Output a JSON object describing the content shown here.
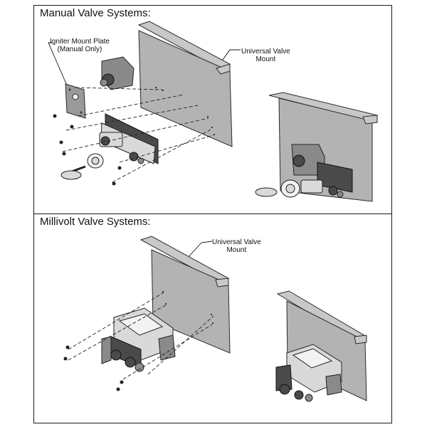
{
  "panels": {
    "manual": {
      "title": "Manual Valve Systems:",
      "callouts": {
        "igniter_plate": [
          "Igniter Mount Plate",
          "(Manual Only)"
        ],
        "valve_mount": [
          "Universal Valve",
          "Mount"
        ]
      }
    },
    "millivolt": {
      "title": "Millivolt Valve Systems:",
      "callouts": {
        "valve_mount": [
          "Universal Valve",
          "Mount"
        ]
      }
    }
  }
}
